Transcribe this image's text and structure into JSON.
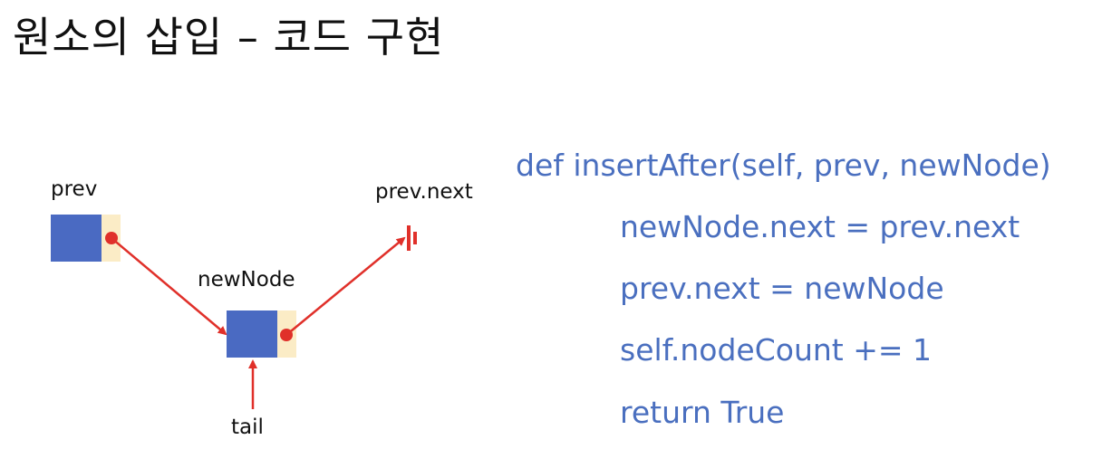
{
  "title": "원소의 삽입 – 코드 구현",
  "diagram": {
    "labels": {
      "prev": "prev",
      "prev_next": "prev.next",
      "new_node": "newNode",
      "tail": "tail"
    }
  },
  "code": {
    "lines": [
      "def insertAfter(self, prev, newNode)",
      "newNode.next = prev.next",
      "prev.next = newNode",
      "self.nodeCount += 1",
      "return True"
    ]
  },
  "colors": {
    "node_body": "#4a6ac2",
    "node_link_area": "#fbecc6",
    "arrow": "#e0302a",
    "code_text": "#4a6fbf",
    "title_text": "#111111"
  }
}
